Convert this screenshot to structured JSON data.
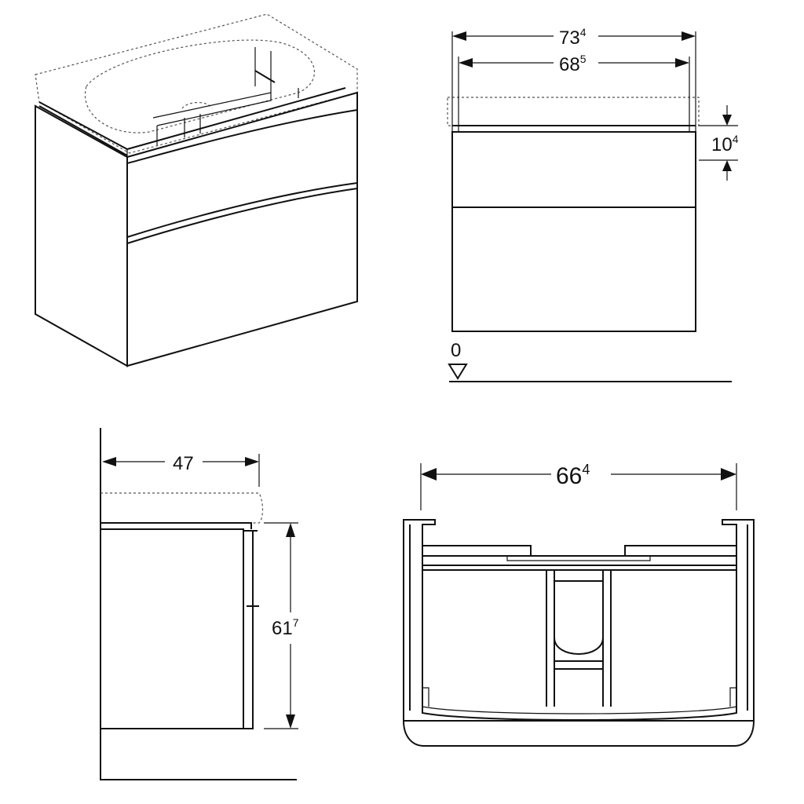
{
  "dimensions": {
    "overall_width": {
      "main": "73",
      "sup": "4"
    },
    "inner_width": {
      "main": "68",
      "sup": "5"
    },
    "basin_height": {
      "main": "10",
      "sup": "4"
    },
    "floor_reference": "0",
    "depth": "47",
    "cabinet_height": {
      "main": "61",
      "sup": "7"
    },
    "carcass_width": {
      "main": "66",
      "sup": "4"
    }
  }
}
